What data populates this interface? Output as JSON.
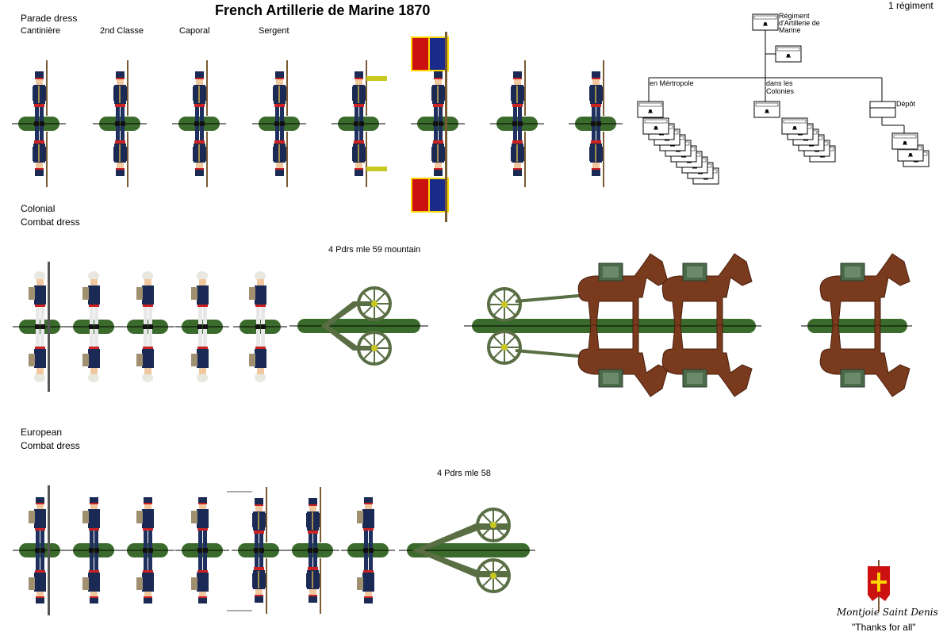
{
  "header": {
    "title": "French Artillerie de Marine 1870",
    "regiment_count": "1 régiment"
  },
  "sections": {
    "parade": {
      "heading": "Parade dress",
      "ranks": [
        "Cantinière",
        "2nd Classe",
        "Caporal",
        "Sergent"
      ]
    },
    "colonial": {
      "heading_line1": "Colonial",
      "heading_line2": "Combat dress",
      "gun_caption": "4 Pdrs mle 59 mountain"
    },
    "european": {
      "heading_line1": "European",
      "heading_line2": "Combat dress",
      "gun_caption": "4 Pdrs mle 58"
    }
  },
  "org_chart": {
    "top_label": "Régiment d'Artillerie de Marine",
    "branch_left": "en Mértropole",
    "branch_mid": "dans les Colonies",
    "branch_right": "Dépôt"
  },
  "credits": {
    "signature": "Montjoie Saint Denis",
    "thanks": "\"Thanks for all\""
  },
  "colors": {
    "base": "#3b6b2c",
    "uniform": "#1a2a55",
    "trim": "#cc2222",
    "horse": "#7a3a1e",
    "gun": "#5a6e44",
    "wheel_hub": "#c8c820",
    "banner_red": "#cc1111",
    "banner_cross": "#ffd700"
  }
}
